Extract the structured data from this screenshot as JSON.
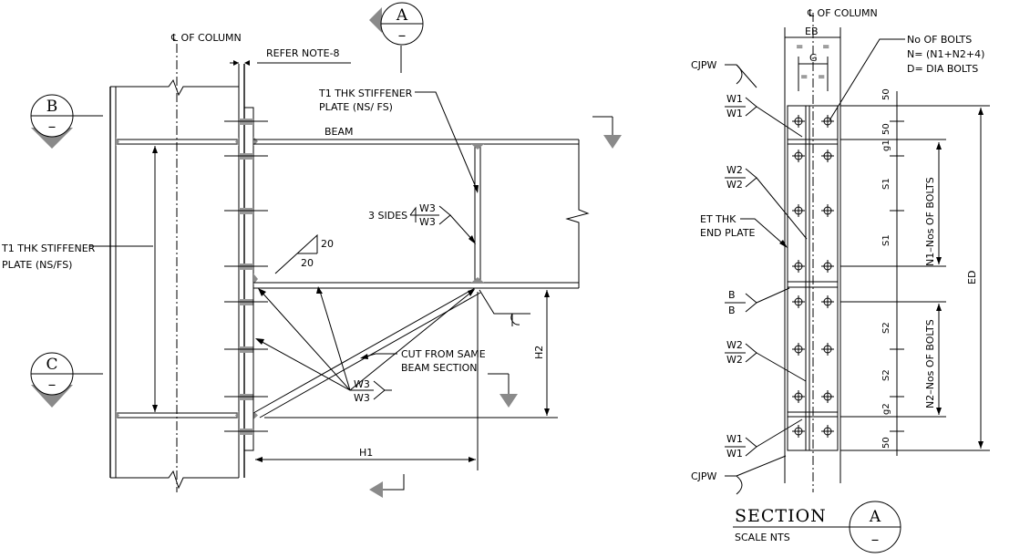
{
  "left_view": {
    "column_label": "℄ OF COLUMN",
    "refer_note": "REFER NOTE-8",
    "bubble_a": {
      "letter": "A",
      "sub": "–"
    },
    "bubble_b": {
      "letter": "B",
      "sub": "–"
    },
    "bubble_c": {
      "letter": "C",
      "sub": "–"
    },
    "stiffener_top": [
      "T1 THK STIFFENER",
      "PLATE (NS/ FS)"
    ],
    "stiffener_left": [
      "T1 THK STIFFENER",
      "PLATE (NS/FS)"
    ],
    "beam_label": "BEAM",
    "three_sides": "3 SIDES",
    "weld_w3_top": "W3",
    "weld_w3_bot": "W3",
    "weld2_w3_top": "W3",
    "weld2_w3_bot": "W3",
    "slope_top": "20",
    "slope_side": "20",
    "cut_from": [
      "CUT FROM SAME",
      "BEAM SECTION"
    ],
    "dim_h1": "H1",
    "dim_h2": "H2"
  },
  "section_view": {
    "column_label": "℄ OF COLUMN",
    "eb": "EB",
    "g": "G",
    "eq": "=",
    "cjpw_top": "CJPW",
    "cjpw_bottom": "CJPW",
    "bolts_note": [
      "No OF BOLTS",
      "N= (N1+N2+4)",
      "D= DIA BOLTS"
    ],
    "w1_top": {
      "a": "W1",
      "b": "W1"
    },
    "w2_top": {
      "a": "W2",
      "b": "W2"
    },
    "et_plate": [
      "ET THK",
      "END PLATE"
    ],
    "b_weld": {
      "a": "B",
      "b": "B"
    },
    "w2_bot": {
      "a": "W2",
      "b": "W2"
    },
    "w1_bot": {
      "a": "W1",
      "b": "W1"
    },
    "dims": {
      "d50_top": "50",
      "d50_second": "50",
      "g1": "g1",
      "s1a": "S1",
      "s1b": "S1",
      "s2a": "S2",
      "s2b": "S2",
      "g2": "g2",
      "d50_bot": "50",
      "ed": "ED",
      "n1": "N1–Nos OF BOLTS",
      "n2": "N2–Nos OF BOLTS"
    },
    "section_title": "SECTION",
    "scale": "SCALE NTS",
    "bubble": {
      "letter": "A",
      "sub": "–"
    }
  }
}
